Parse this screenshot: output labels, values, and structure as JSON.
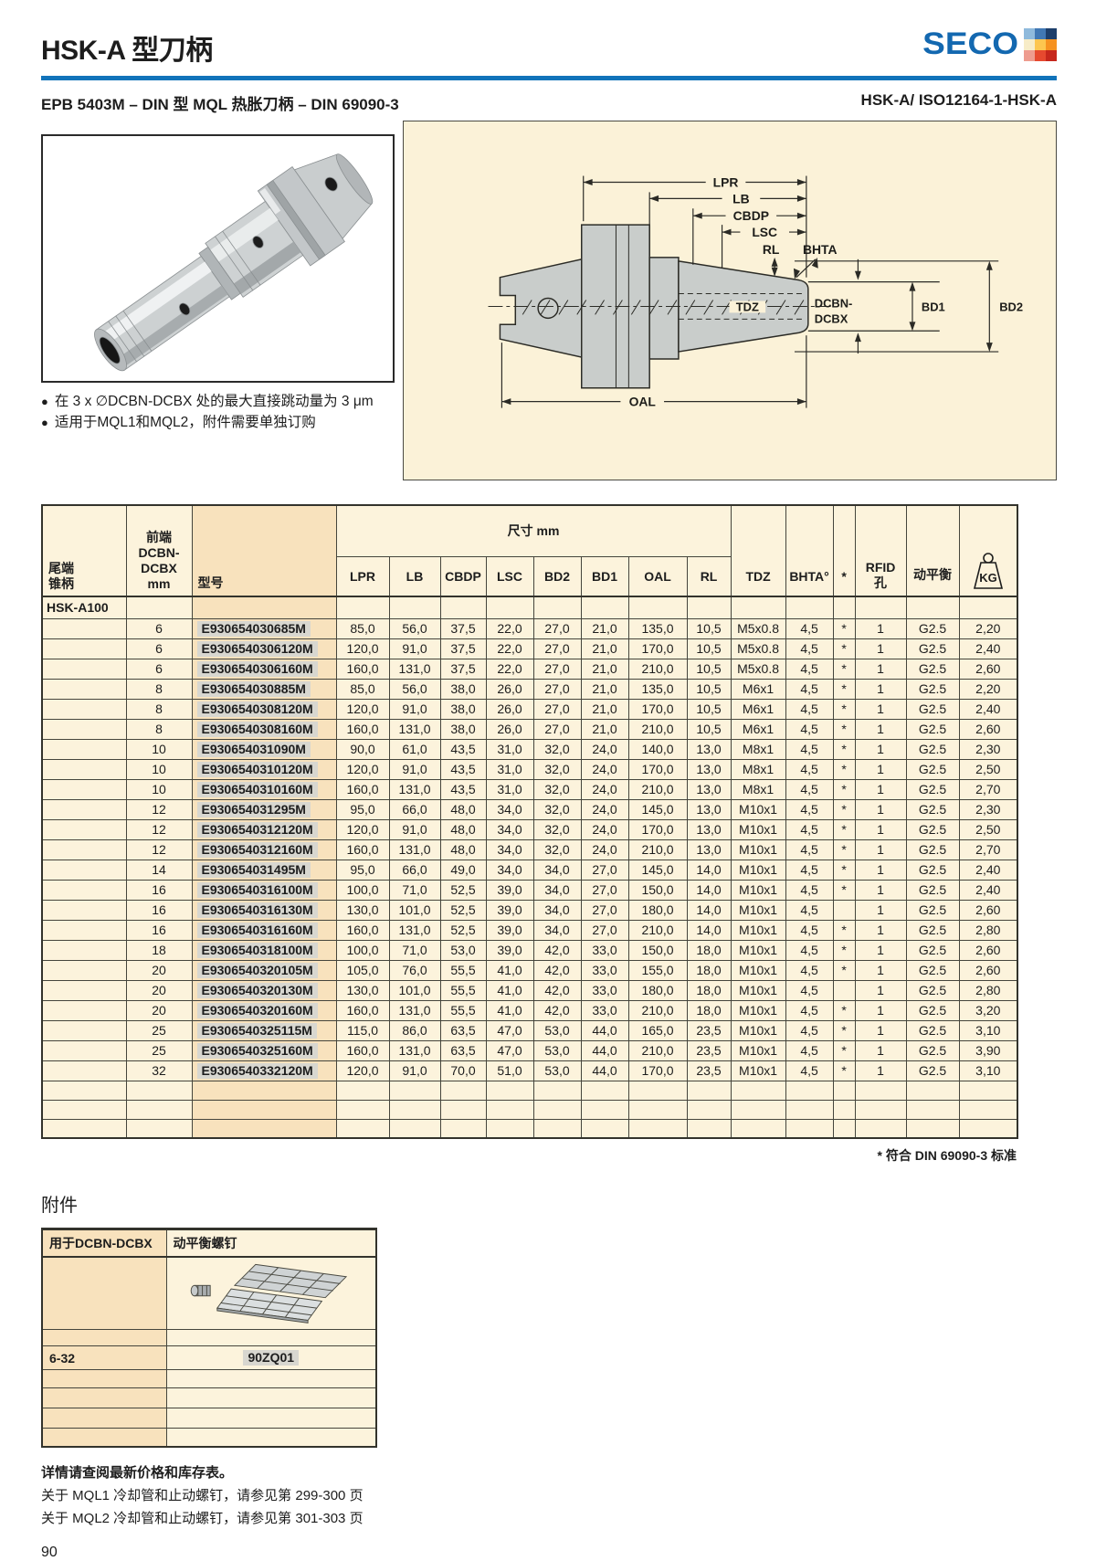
{
  "page": {
    "title": "HSK-A 型刀柄",
    "brand": "SECO",
    "subtitle_left": "EPB 5403M – DIN 型 MQL 热胀刀柄 – DIN 69090-3",
    "subtitle_right": "HSK-A/ ISO12164-1-HSK-A",
    "page_number": "90"
  },
  "logo_colors": [
    "#8FBADC",
    "#4178B4",
    "#1D3E6B",
    "#F7ECC7",
    "#FDC64F",
    "#F69220",
    "#EE9C8F",
    "#E6492F",
    "#C6271C"
  ],
  "bullets": [
    "在 3 x ∅DCBN-DCBX 处的最大直接跳动量为 3 μm",
    "适用于MQL1和MQL2，附件需要单独订购"
  ],
  "diagram": {
    "labels": {
      "lpr": "LPR",
      "lb": "LB",
      "cbdp": "CBDP",
      "lsc": "LSC",
      "rl": "RL",
      "bhta": "BHTA",
      "tdz": "TDZ",
      "dcbn": "DCBN-",
      "dcbx": "DCBX",
      "bd1": "BD1",
      "bd2": "BD2",
      "oal": "OAL"
    }
  },
  "main_table": {
    "header": {
      "tail": "尾端\n锥柄",
      "front": "前端\nDCBN-\nDCBX\nmm",
      "model": "型号",
      "dim_group": "尺寸 mm",
      "dims": [
        "LPR",
        "LB",
        "CBDP",
        "LSC",
        "BD2",
        "BD1",
        "OAL",
        "RL"
      ],
      "tdz": "TDZ",
      "bhta": "BHTA°",
      "star": "*",
      "rfid": "RFID\n孔",
      "balance": "动平衡",
      "kg": "KG"
    },
    "group": "HSK-A100",
    "rows": [
      [
        "6",
        "E930654030685M",
        "85,0",
        "56,0",
        "37,5",
        "22,0",
        "27,0",
        "21,0",
        "135,0",
        "10,5",
        "M5x0.8",
        "4,5",
        "*",
        "1",
        "G2.5",
        "2,20"
      ],
      [
        "6",
        "E9306540306120M",
        "120,0",
        "91,0",
        "37,5",
        "22,0",
        "27,0",
        "21,0",
        "170,0",
        "10,5",
        "M5x0.8",
        "4,5",
        "*",
        "1",
        "G2.5",
        "2,40"
      ],
      [
        "6",
        "E9306540306160M",
        "160,0",
        "131,0",
        "37,5",
        "22,0",
        "27,0",
        "21,0",
        "210,0",
        "10,5",
        "M5x0.8",
        "4,5",
        "*",
        "1",
        "G2.5",
        "2,60"
      ],
      [
        "8",
        "E930654030885M",
        "85,0",
        "56,0",
        "38,0",
        "26,0",
        "27,0",
        "21,0",
        "135,0",
        "10,5",
        "M6x1",
        "4,5",
        "*",
        "1",
        "G2.5",
        "2,20"
      ],
      [
        "8",
        "E9306540308120M",
        "120,0",
        "91,0",
        "38,0",
        "26,0",
        "27,0",
        "21,0",
        "170,0",
        "10,5",
        "M6x1",
        "4,5",
        "*",
        "1",
        "G2.5",
        "2,40"
      ],
      [
        "8",
        "E9306540308160M",
        "160,0",
        "131,0",
        "38,0",
        "26,0",
        "27,0",
        "21,0",
        "210,0",
        "10,5",
        "M6x1",
        "4,5",
        "*",
        "1",
        "G2.5",
        "2,60"
      ],
      [
        "10",
        "E930654031090M",
        "90,0",
        "61,0",
        "43,5",
        "31,0",
        "32,0",
        "24,0",
        "140,0",
        "13,0",
        "M8x1",
        "4,5",
        "*",
        "1",
        "G2.5",
        "2,30"
      ],
      [
        "10",
        "E9306540310120M",
        "120,0",
        "91,0",
        "43,5",
        "31,0",
        "32,0",
        "24,0",
        "170,0",
        "13,0",
        "M8x1",
        "4,5",
        "*",
        "1",
        "G2.5",
        "2,50"
      ],
      [
        "10",
        "E9306540310160M",
        "160,0",
        "131,0",
        "43,5",
        "31,0",
        "32,0",
        "24,0",
        "210,0",
        "13,0",
        "M8x1",
        "4,5",
        "*",
        "1",
        "G2.5",
        "2,70"
      ],
      [
        "12",
        "E930654031295M",
        "95,0",
        "66,0",
        "48,0",
        "34,0",
        "32,0",
        "24,0",
        "145,0",
        "13,0",
        "M10x1",
        "4,5",
        "*",
        "1",
        "G2.5",
        "2,30"
      ],
      [
        "12",
        "E9306540312120M",
        "120,0",
        "91,0",
        "48,0",
        "34,0",
        "32,0",
        "24,0",
        "170,0",
        "13,0",
        "M10x1",
        "4,5",
        "*",
        "1",
        "G2.5",
        "2,50"
      ],
      [
        "12",
        "E9306540312160M",
        "160,0",
        "131,0",
        "48,0",
        "34,0",
        "32,0",
        "24,0",
        "210,0",
        "13,0",
        "M10x1",
        "4,5",
        "*",
        "1",
        "G2.5",
        "2,70"
      ],
      [
        "14",
        "E930654031495M",
        "95,0",
        "66,0",
        "49,0",
        "34,0",
        "34,0",
        "27,0",
        "145,0",
        "14,0",
        "M10x1",
        "4,5",
        "*",
        "1",
        "G2.5",
        "2,40"
      ],
      [
        "16",
        "E9306540316100M",
        "100,0",
        "71,0",
        "52,5",
        "39,0",
        "34,0",
        "27,0",
        "150,0",
        "14,0",
        "M10x1",
        "4,5",
        "*",
        "1",
        "G2.5",
        "2,40"
      ],
      [
        "16",
        "E9306540316130M",
        "130,0",
        "101,0",
        "52,5",
        "39,0",
        "34,0",
        "27,0",
        "180,0",
        "14,0",
        "M10x1",
        "4,5",
        "",
        "1",
        "G2.5",
        "2,60"
      ],
      [
        "16",
        "E9306540316160M",
        "160,0",
        "131,0",
        "52,5",
        "39,0",
        "34,0",
        "27,0",
        "210,0",
        "14,0",
        "M10x1",
        "4,5",
        "*",
        "1",
        "G2.5",
        "2,80"
      ],
      [
        "18",
        "E9306540318100M",
        "100,0",
        "71,0",
        "53,0",
        "39,0",
        "42,0",
        "33,0",
        "150,0",
        "18,0",
        "M10x1",
        "4,5",
        "*",
        "1",
        "G2.5",
        "2,60"
      ],
      [
        "20",
        "E9306540320105M",
        "105,0",
        "76,0",
        "55,5",
        "41,0",
        "42,0",
        "33,0",
        "155,0",
        "18,0",
        "M10x1",
        "4,5",
        "*",
        "1",
        "G2.5",
        "2,60"
      ],
      [
        "20",
        "E9306540320130M",
        "130,0",
        "101,0",
        "55,5",
        "41,0",
        "42,0",
        "33,0",
        "180,0",
        "18,0",
        "M10x1",
        "4,5",
        "",
        "1",
        "G2.5",
        "2,80"
      ],
      [
        "20",
        "E9306540320160M",
        "160,0",
        "131,0",
        "55,5",
        "41,0",
        "42,0",
        "33,0",
        "210,0",
        "18,0",
        "M10x1",
        "4,5",
        "*",
        "1",
        "G2.5",
        "3,20"
      ],
      [
        "25",
        "E9306540325115M",
        "115,0",
        "86,0",
        "63,5",
        "47,0",
        "53,0",
        "44,0",
        "165,0",
        "23,5",
        "M10x1",
        "4,5",
        "*",
        "1",
        "G2.5",
        "3,10"
      ],
      [
        "25",
        "E9306540325160M",
        "160,0",
        "131,0",
        "63,5",
        "47,0",
        "53,0",
        "44,0",
        "210,0",
        "23,5",
        "M10x1",
        "4,5",
        "*",
        "1",
        "G2.5",
        "3,90"
      ],
      [
        "32",
        "E9306540332120M",
        "120,0",
        "91,0",
        "70,0",
        "51,0",
        "53,0",
        "44,0",
        "170,0",
        "23,5",
        "M10x1",
        "4,5",
        "*",
        "1",
        "G2.5",
        "3,10"
      ]
    ],
    "empty_rows": 3,
    "footnote": "* 符合 DIN 69090-3 标准"
  },
  "accessories": {
    "heading": "附件",
    "col1_header": "用于DCBN-DCBX",
    "col2_header": "动平衡螺钉",
    "rows": [
      [
        "",
        ""
      ],
      [
        "6-32",
        "90ZQ01"
      ],
      [
        "",
        ""
      ],
      [
        "",
        ""
      ],
      [
        "",
        ""
      ],
      [
        "",
        ""
      ]
    ]
  },
  "footer": {
    "line1": "详情请查阅最新价格和库存表。",
    "line2": "关于 MQL1 冷却管和止动螺钉，请参见第 299-300 页",
    "line3": "关于 MQL2 冷却管和止动螺钉，请参见第 301-303 页"
  }
}
